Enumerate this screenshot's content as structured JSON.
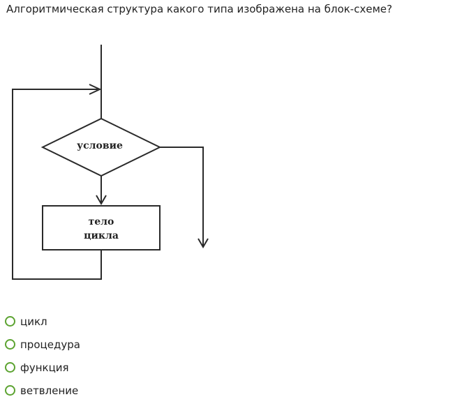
{
  "question": {
    "text": "Алгоритмическая структура какого типа изображена на блок-схеме?"
  },
  "flowchart": {
    "condition_label": "условие",
    "body_label_line1": "тело",
    "body_label_line2": "цикла"
  },
  "options": [
    {
      "label": "цикл"
    },
    {
      "label": "процедура"
    },
    {
      "label": "функция"
    },
    {
      "label": "ветвление"
    }
  ],
  "colors": {
    "radio_border": "#5ca331",
    "text": "#222222"
  }
}
